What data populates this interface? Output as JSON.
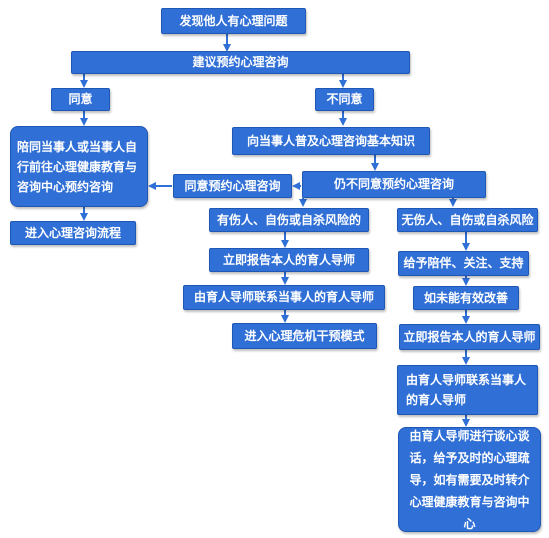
{
  "nodes": {
    "discover": "发现他人有心理问题",
    "suggest": "建议预约心理咨询",
    "agree": "同意",
    "disagree": "不同意",
    "accompany": "陪同当事人或当事人自行前往心理健康教育与咨询中心预约咨询",
    "enter_process": "进入心理咨询流程",
    "popularize": "向当事人普及心理咨询基本知识",
    "agree_appointment": "同意预约心理咨询",
    "still_disagree": "仍不同意预约心理咨询",
    "has_risk": "有伤人、自伤或自杀风险的",
    "report_mentor_left": "立即报告本人的育人导师",
    "mentor_contact_left": "由育人导师联系当事人的育人导师",
    "crisis_mode": "进入心理危机干预模式",
    "no_risk": "无伤人、自伤或自杀风险",
    "support": "给予陪伴、关注、支持",
    "no_improve": "如未能有效改善",
    "report_mentor_right": "立即报告本人的育人导师",
    "mentor_contact_right": "由育人导师联系当事人的育人导师",
    "mentor_talk": "由育人导师进行谈心谈话，给予及时的心理疏导，如有需要及时转介心理健康教育与咨询中心"
  },
  "colors": {
    "box": "#2f6fd6",
    "arrow": "#2f6fd6",
    "text": "#ffffff"
  }
}
